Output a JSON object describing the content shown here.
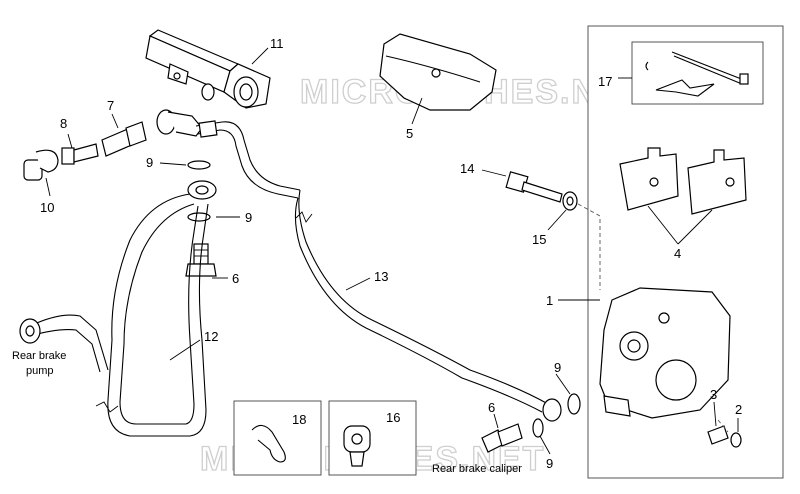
{
  "watermarks": [
    "MICROFICHES.NET",
    "MICROFICHES.NET"
  ],
  "callouts": {
    "n1": "1",
    "n2": "2",
    "n3": "3",
    "n4": "4",
    "n5": "5",
    "n6a": "6",
    "n6b": "6",
    "n7": "7",
    "n8": "8",
    "n9a": "9",
    "n9b": "9",
    "n9c": "9",
    "n9d": "9",
    "n10": "10",
    "n11": "11",
    "n12": "12",
    "n13": "13",
    "n14": "14",
    "n15": "15",
    "n16": "16",
    "n17": "17",
    "n18": "18"
  },
  "labels": {
    "rear_brake_pump_line1": "Rear brake",
    "rear_brake_pump_line2": "pump",
    "rear_brake_caliper": "Rear brake caliper"
  },
  "colors": {
    "line": "#000000",
    "watermark": "#cfcfcf",
    "frame": "#444444"
  }
}
